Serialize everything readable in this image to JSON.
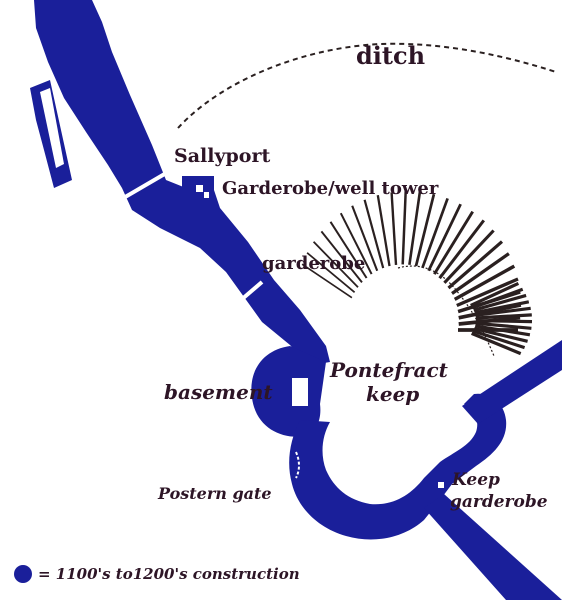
{
  "colors": {
    "wall": "#1a1f9a",
    "text": "#2d1526",
    "background": "#ffffff"
  },
  "labels": {
    "ditch": "ditch",
    "sallyport": "Sallyport",
    "garderobe_well_tower": "Garderobe/well tower",
    "garderobe": "garderobe",
    "keep_line1": "Pontefract",
    "keep_line2": "keep",
    "basement": "basement",
    "postern_gate": "Postern gate",
    "keep_garderobe_line1": "Keep",
    "keep_garderobe_line2": "garderobe"
  },
  "legend": {
    "marker": "blue-dot",
    "text": "= 1100's to1200's construction"
  }
}
